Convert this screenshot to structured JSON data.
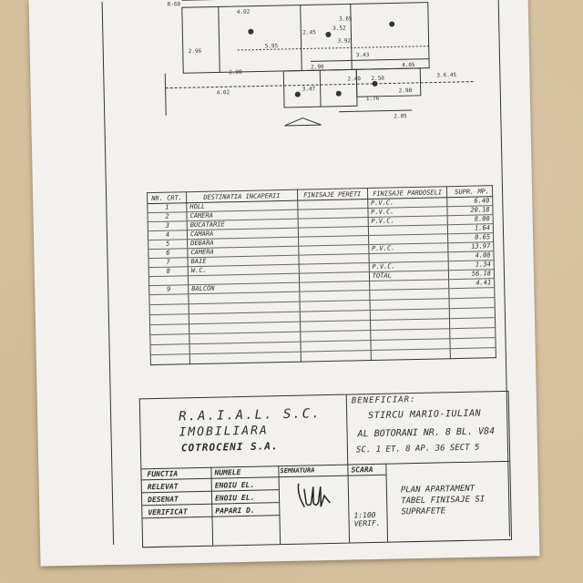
{
  "plan": {
    "labels": [
      "R-60",
      "4.02",
      "2.96",
      "2.45",
      "5.95",
      "3.52",
      "3.65",
      "3.43",
      "2.00",
      "3.92",
      "2.90",
      "4.05",
      "2.50",
      "2.40",
      "4.02",
      "3.47",
      "2.98",
      "3.6.45",
      "2.05",
      "1.76"
    ]
  },
  "rooms": {
    "headers": [
      "NR. CRT.",
      "DESTINATIA INCAPERII",
      "FINISAJE PERETI",
      "FINISAJE PARDOSELI",
      "SUPR. MP."
    ],
    "rows": [
      {
        "nr": "1",
        "dest": "HOLL",
        "fin": "",
        "pard": "P.V.C.",
        "sup": "6.40"
      },
      {
        "nr": "2",
        "dest": "CAMERA",
        "fin": "",
        "pard": "P.V.C.",
        "sup": "20.18"
      },
      {
        "nr": "3",
        "dest": "BUCATARIE",
        "fin": "",
        "pard": "P.V.C.",
        "sup": "8.00"
      },
      {
        "nr": "4",
        "dest": "CAMARA",
        "fin": "",
        "pard": "",
        "sup": "1.64"
      },
      {
        "nr": "5",
        "dest": "DEBARA",
        "fin": "",
        "pard": "",
        "sup": "0.65"
      },
      {
        "nr": "6",
        "dest": "CAMERA",
        "fin": "",
        "pard": "P.V.C.",
        "sup": "13.97"
      },
      {
        "nr": "7",
        "dest": "BAIE",
        "fin": "",
        "pard": "",
        "sup": "4.08"
      },
      {
        "nr": "8",
        "dest": "W.C.",
        "fin": "",
        "pard": "P.V.C.",
        "sup": "1.34"
      },
      {
        "nr": "",
        "dest": "",
        "fin": "",
        "pard": "TOTAL",
        "sup": "56.18"
      },
      {
        "nr": "9",
        "dest": "BALCON",
        "fin": "",
        "pard": "",
        "sup": "4.41"
      }
    ]
  },
  "title_block": {
    "org_line1": "R.A.I.A.L. S.C.",
    "org_line2": "IMOBILIARA",
    "org_line3": "COTROCENI S.A.",
    "beneficiar_label": "BENEFICIAR:",
    "beneficiar_name": "STIRCU MARIO-IULIAN",
    "address_line1": "AL BOTORANI NR. 8 BL. V84",
    "address_line2": "SC. 1 ET. 8 AP. 36 SECT 5",
    "col_functia": "FUNCTIA",
    "col_numele": "NUMELE",
    "col_semnatura": "SEMNATURA",
    "col_scara": "SCARA",
    "role1": "RELEVAT",
    "role2": "DESENAT",
    "role3": "VERIFICAT",
    "name1": "ENOIU EL.",
    "name2": "ENOIU EL.",
    "name3": "PAPARI D.",
    "scale_value": "1:100",
    "scale_sub": "VERIF.",
    "plan_title_1": "PLAN APARTAMENT",
    "plan_title_2": "TABEL FINISAJE SI",
    "plan_title_3": "SUPRAFETE"
  }
}
